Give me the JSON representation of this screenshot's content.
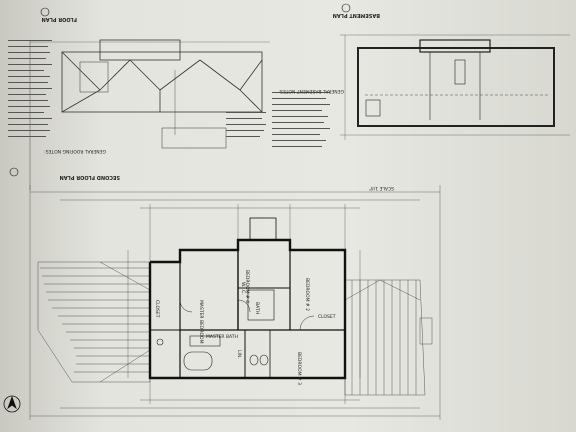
{
  "sheet": {
    "floor_plan_title": "FLOOR PLAN",
    "basement_plan_title": "BASEMENT PLAN",
    "second_floor_title": "SECOND FLOOR PLAN",
    "scale_note": "SCALE 1/4\"",
    "general_roofing_notes_title": "GENERAL ROOFING NOTES:",
    "general_basement_notes_title": "GENERAL BASEMENT NOTES:",
    "rooms": {
      "bedroom_4": "BEDROOM # 4",
      "bedroom_2": "BEDROOM # 2",
      "bedroom_3": "BEDROOM # 3",
      "master_bedroom": "MASTER BEDROOM",
      "closet": "CLOSET",
      "walk_in": "W.I.C.",
      "bath": "BATH",
      "master_bath": "MASTER BATH",
      "linen": "LIN.",
      "closet_2": "CLOSET"
    }
  }
}
